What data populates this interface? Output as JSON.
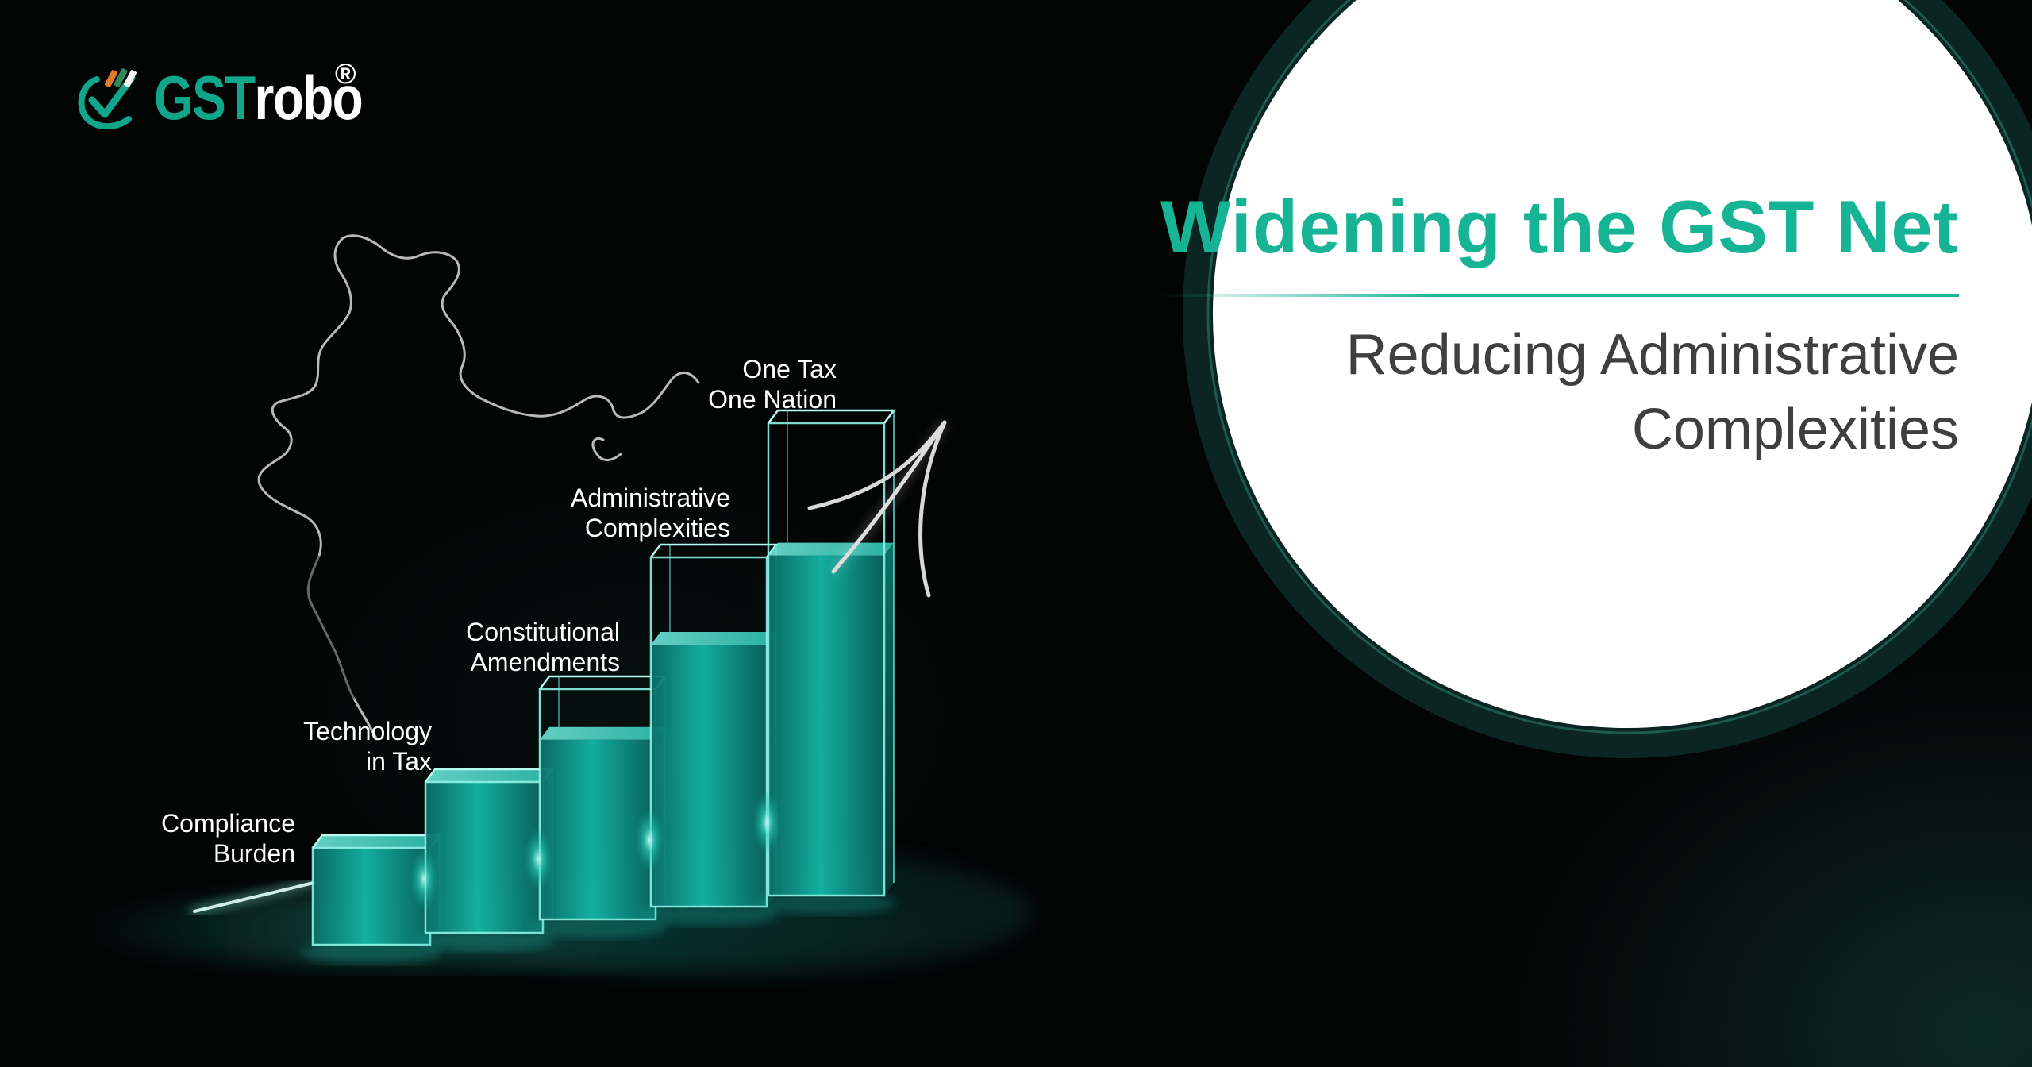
{
  "brand": {
    "name_part1": "GST",
    "name_part2": "robo",
    "registered_mark": "®"
  },
  "headline": {
    "title": "Widening the GST Net",
    "subtitle_line1": "Reducing Administrative",
    "subtitle_line2": "Complexities"
  },
  "steps": [
    {
      "line1": "Compliance",
      "line2": "Burden",
      "level": 1
    },
    {
      "line1": "Technology",
      "line2": "in Tax",
      "level": 2
    },
    {
      "line1": "Constitutional",
      "line2": "Amendments",
      "level": 3
    },
    {
      "line1": "Administrative",
      "line2": "Complexities",
      "level": 4
    },
    {
      "line1": "One Tax",
      "line2": "One Nation",
      "level": 5
    }
  ],
  "colors": {
    "accent": "#17b395",
    "bar_teal": "#0c8f83",
    "background": "#030404",
    "circle": "#ffffff",
    "subtitle": "#3f3f3f"
  },
  "icons": [
    "gstrobo-logo-icon",
    "india-map-outline",
    "growth-arrow-icon"
  ]
}
